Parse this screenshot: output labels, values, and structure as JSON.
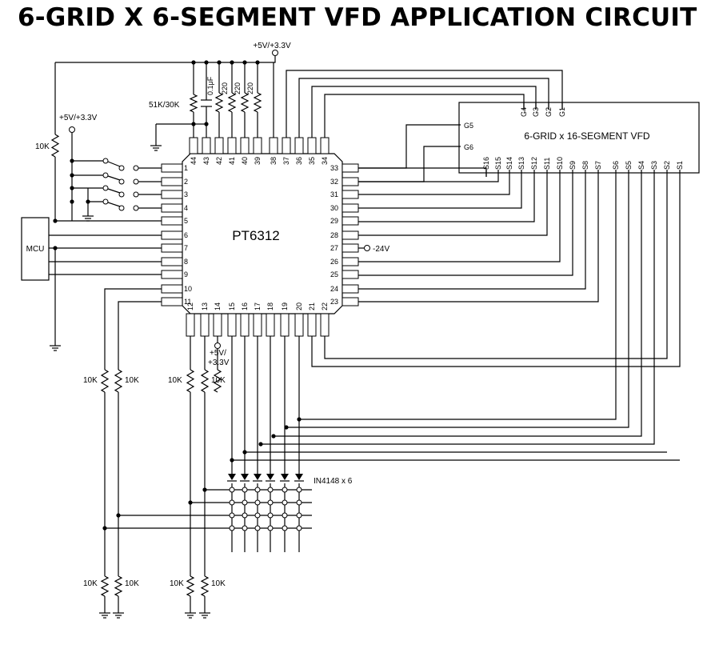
{
  "title": "6-GRID X 6-SEGMENT VFD APPLICATION CIRCUIT",
  "chip": {
    "name": "PT6312",
    "left_pins": [
      "1",
      "2",
      "3",
      "4",
      "5",
      "6",
      "7",
      "8",
      "9",
      "10",
      "11"
    ],
    "bottom_pins": [
      "12",
      "13",
      "14",
      "15",
      "16",
      "17",
      "18",
      "19",
      "20",
      "21",
      "22"
    ],
    "right_pins": [
      "33",
      "32",
      "31",
      "30",
      "29",
      "28",
      "27",
      "26",
      "25",
      "24",
      "23"
    ],
    "top_pins": [
      "44",
      "43",
      "42",
      "41",
      "40",
      "39",
      "38",
      "37",
      "36",
      "35",
      "34"
    ]
  },
  "vfd": {
    "label": "6-GRID x 16-SEGMENT VFD",
    "grid_pins_top": [
      "G4",
      "G3",
      "G2",
      "G1"
    ],
    "grid_pins_left": [
      "G5",
      "G6"
    ],
    "segment_pins": [
      "S16",
      "S15",
      "S14",
      "S13",
      "S12",
      "S11",
      "S10",
      "S9",
      "S8",
      "S7",
      "S6",
      "S5",
      "S4",
      "S3",
      "S2",
      "S1"
    ]
  },
  "mcu_label": "MCU",
  "supply_top": "+5V/+3.3V",
  "supply_left": "+5V/+3.3V",
  "supply_bottom_line1": "+5V/",
  "supply_bottom_line2": "+3.3V",
  "neg_supply": "-24V",
  "res_left": "10K",
  "res_top": "51K/30K",
  "cap_top": "0.1μF",
  "res_small": "220",
  "res_bottom": "10K",
  "diode_label": "IN4148 x 6"
}
